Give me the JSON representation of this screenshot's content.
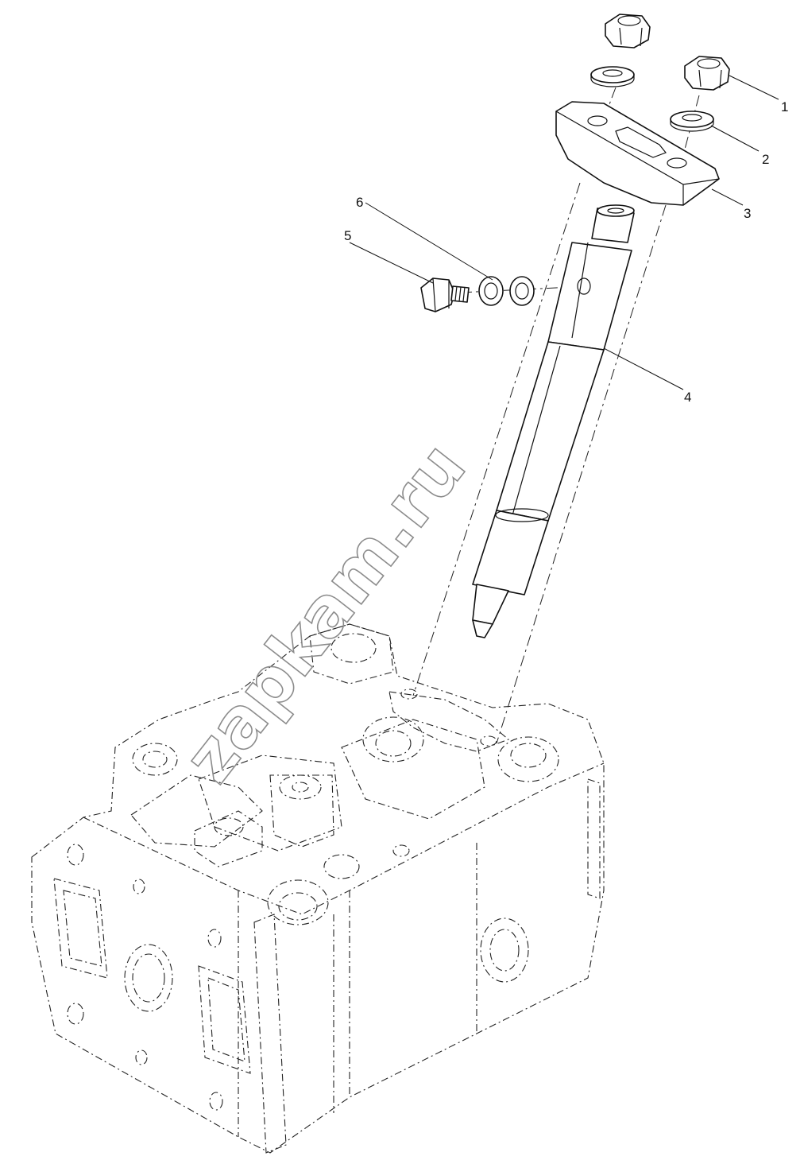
{
  "callouts": [
    {
      "id": "callout-1",
      "text": "1"
    },
    {
      "id": "callout-2",
      "text": "2"
    },
    {
      "id": "callout-3",
      "text": "3"
    },
    {
      "id": "callout-4",
      "text": "4"
    },
    {
      "id": "callout-5",
      "text": "5"
    },
    {
      "id": "callout-6",
      "text": "6"
    }
  ],
  "watermark": "zapkam.ru",
  "icons": [
    "nut",
    "washer",
    "clamp",
    "injector",
    "bolt",
    "sealing-washer",
    "cylinder-head"
  ]
}
